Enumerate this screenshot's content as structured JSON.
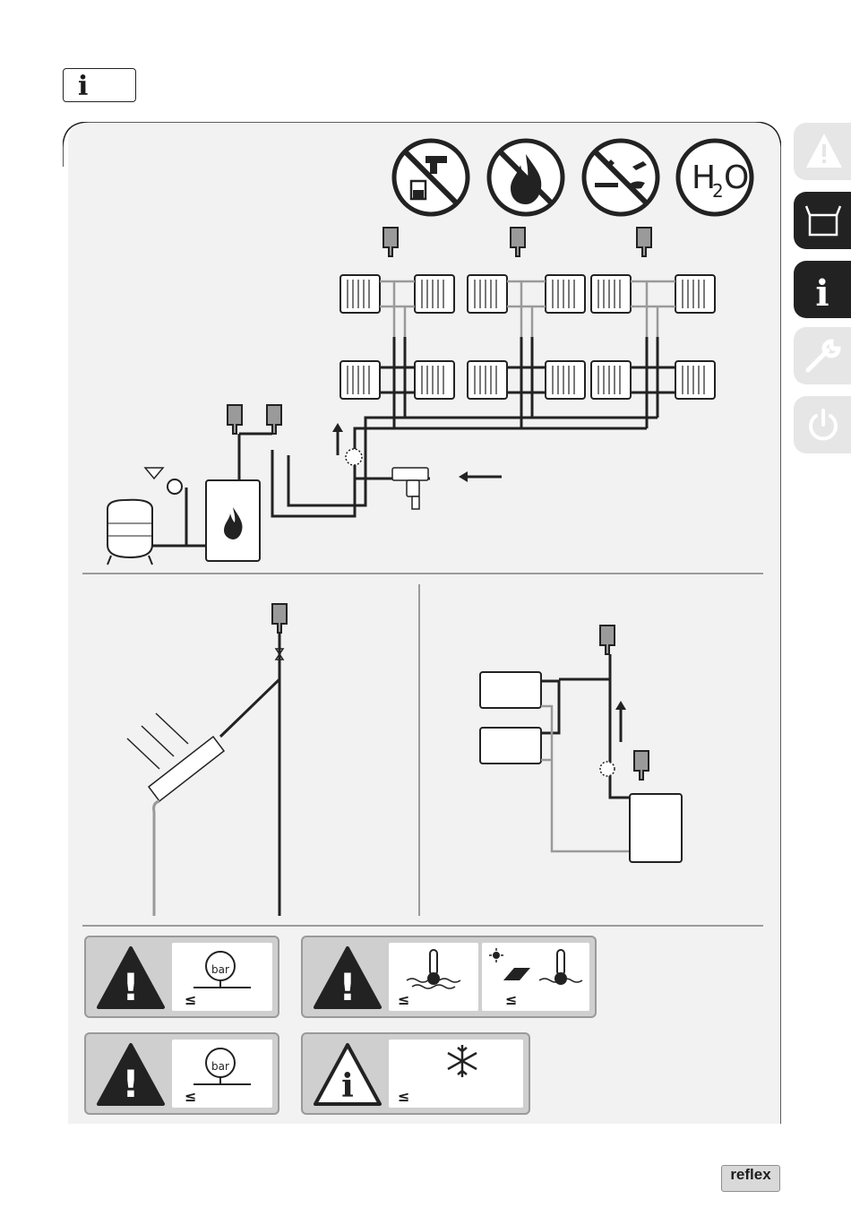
{
  "header": {
    "info_glyph": "i"
  },
  "side_tabs": [
    {
      "icon": "warning-triangle-icon",
      "state": "inactive"
    },
    {
      "icon": "box-icon",
      "state": "active"
    },
    {
      "icon": "info-icon",
      "state": "active"
    },
    {
      "icon": "tools-icon",
      "state": "inactive"
    },
    {
      "icon": "power-icon",
      "state": "inactive"
    }
  ],
  "prohibition_icons": [
    "no-drinking-water-icon",
    "no-flammable-icon",
    "no-corrosive-icon",
    "water-h2o-icon"
  ],
  "h2o_label": {
    "main": "H",
    "sub": "2",
    "end": "O"
  },
  "warnings": [
    {
      "type": "danger",
      "symbol": "!",
      "icon": "pressure-gauge-icon",
      "gauge_label": "bar",
      "comparator": "≤"
    },
    {
      "type": "danger",
      "symbol": "!",
      "icon": "thermometer-icon",
      "comparator": "≤",
      "second_icon": "solar-thermometer-icon",
      "second_comparator": "≤"
    },
    {
      "type": "danger",
      "symbol": "!",
      "icon": "pressure-gauge-icon",
      "gauge_label": "bar",
      "comparator": "≤"
    },
    {
      "type": "info",
      "symbol": "i",
      "icon": "snowflake-icon",
      "comparator": "≤"
    }
  ],
  "brand": {
    "name": "reflex"
  },
  "colors": {
    "dark": "#222222",
    "light_tab": "#e6e6e6",
    "panel_bg": "#f2f2f2",
    "warning_bg": "#cfcfcf"
  }
}
